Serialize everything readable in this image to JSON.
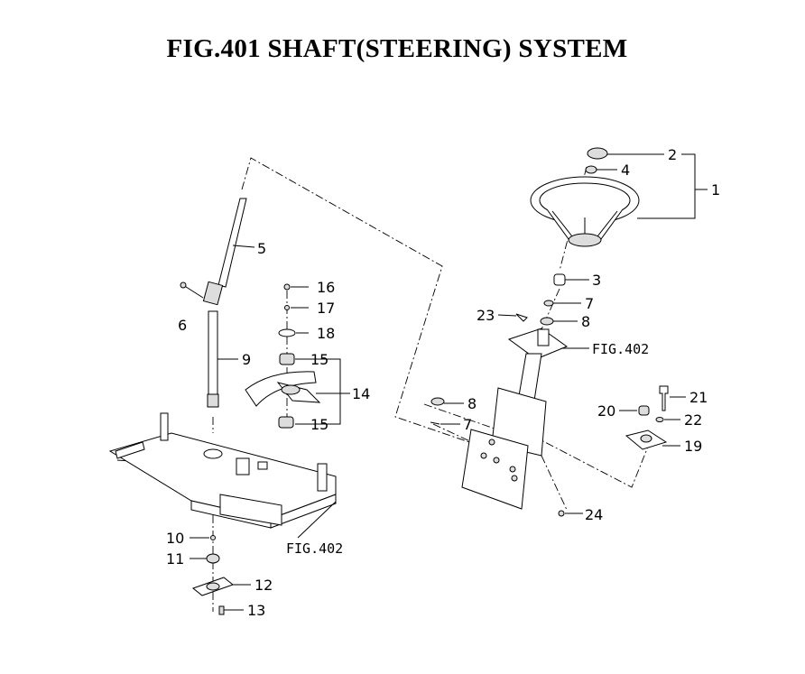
{
  "title": "FIG.401  SHAFT(STEERING) SYSTEM",
  "refs": {
    "fig402_upper": "FIG.402",
    "fig402_lower": "FIG.402"
  },
  "callouts": {
    "c1": "1",
    "c2": "2",
    "c3": "3",
    "c4": "4",
    "c5": "5",
    "c6": "6",
    "c7a": "7",
    "c7b": "7",
    "c8a": "8",
    "c8b": "8",
    "c9": "9",
    "c10": "10",
    "c11": "11",
    "c12": "12",
    "c13": "13",
    "c14": "14",
    "c15a": "15",
    "c15b": "15",
    "c16": "16",
    "c17": "17",
    "c18": "18",
    "c19": "19",
    "c20": "20",
    "c21": "21",
    "c22": "22",
    "c23": "23",
    "c24": "24"
  }
}
